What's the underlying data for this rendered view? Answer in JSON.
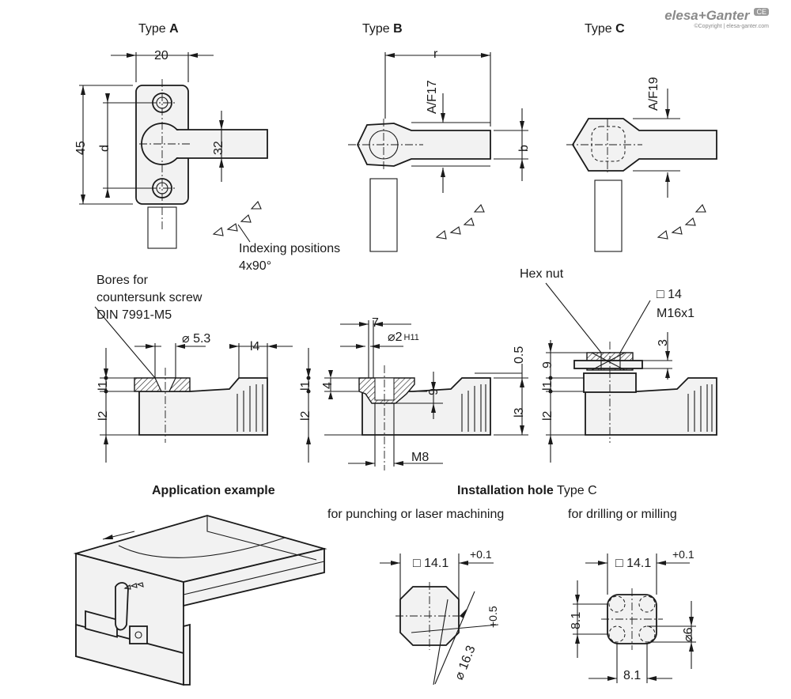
{
  "brand": {
    "name": "elesa+Ganter",
    "badge": "CE",
    "copyright": "©Copyright | elesa-ganter.com"
  },
  "types": {
    "a": {
      "prefix": "Type ",
      "letter": "A"
    },
    "b": {
      "prefix": "Type ",
      "letter": "B"
    },
    "c": {
      "prefix": "Type ",
      "letter": "C"
    }
  },
  "dims": {
    "a_width": "20",
    "a_height": "45",
    "a_d": "d",
    "a_32": "32",
    "b_r": "r",
    "b_af": "A/F17",
    "b_b": "b",
    "c_af": "A/F19",
    "bores_diam": "⌀ 5.3",
    "l4": "l4",
    "l1": "l1",
    "l2": "l2",
    "l3": "l3",
    "d7": "7",
    "d2": "⌀2",
    "d2_tol": "H11",
    "d05": "0.5",
    "d4": "4",
    "d9": "9",
    "m8": "M8",
    "c14": "□ 14",
    "m16": "M16x1",
    "c3": "3",
    "c9": "9"
  },
  "notes": {
    "indexing_1": "Indexing positions",
    "indexing_2": "4x90°",
    "bores_1": "Bores for",
    "bores_2": "countersunk screw",
    "bores_3": "DIN 7991-M5",
    "hex_nut": "Hex nut"
  },
  "application": {
    "title": "Application example"
  },
  "installation": {
    "title_bold": "Installation hole",
    "title_rest": " Type C",
    "left_caption": "for punching or laser machining",
    "right_caption": "for drilling or milling",
    "sq": "□ 14.1",
    "tol01": "+0.1",
    "tol05": "+0.5",
    "d163": "⌀ 16.3",
    "d81_v": "8.1",
    "d81_h": "8.1",
    "d6": "⌀6"
  }
}
